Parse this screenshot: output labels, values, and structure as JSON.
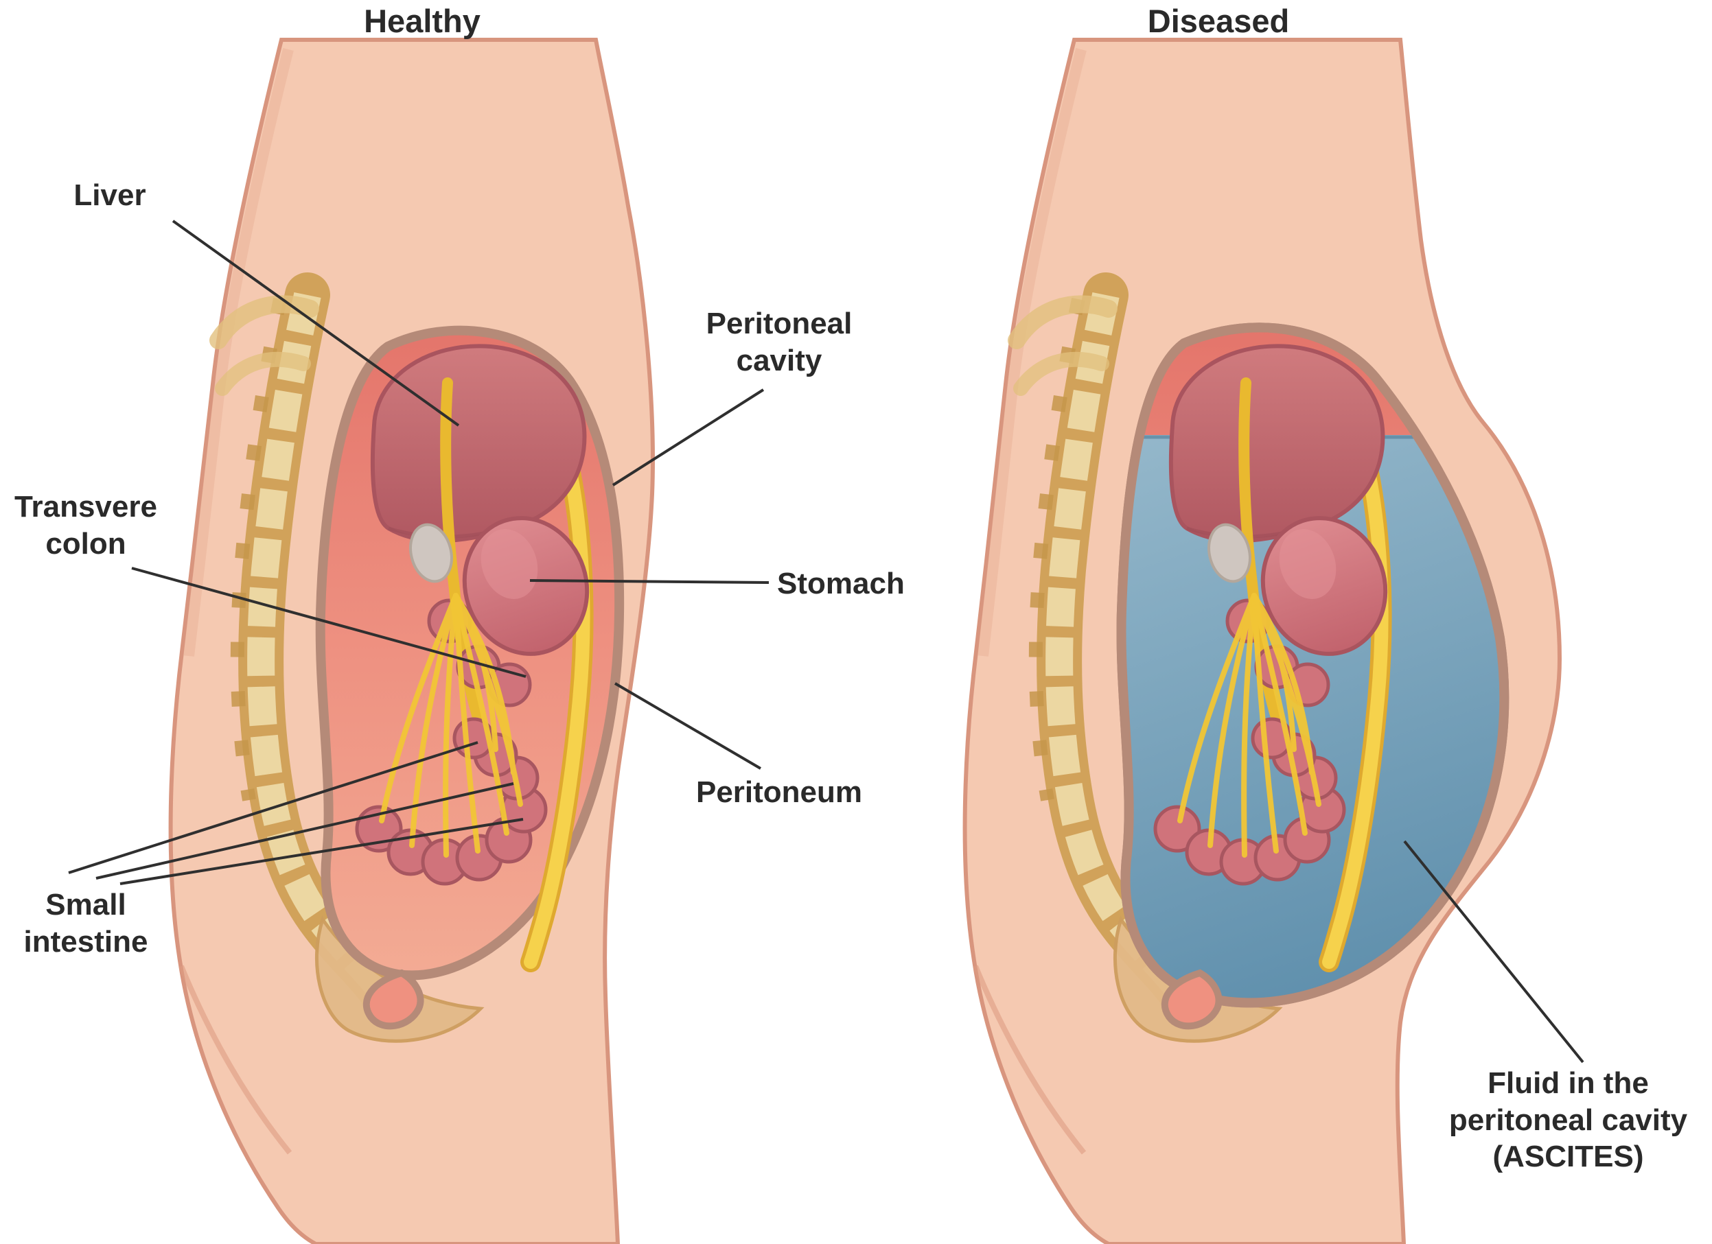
{
  "diagram": {
    "panels": [
      {
        "id": "healthy",
        "title": "Healthy"
      },
      {
        "id": "diseased",
        "title": "Diseased"
      }
    ],
    "labels": {
      "liver": "Liver",
      "peritoneal_cavity": "Peritoneal\ncavity",
      "stomach": "Stomach",
      "transverse_colon": "Transvere\ncolon",
      "peritoneum": "Peritoneum",
      "small_intestine": "Small\nintestine",
      "ascites": "Fluid in the\nperitoneal cavity\n(ASCITES)"
    },
    "colors": {
      "skin": "#f5c9b1",
      "skin_outline": "#d8957e",
      "cavity": "#ee9181",
      "cavity_outline": "#b58a78",
      "organ": "#d0737b",
      "mesentery": "#f2c636",
      "bone": "#e2c07e",
      "fluid": "#7aa3bd",
      "leader_line": "#2f2f2f",
      "text": "#2a2a2a"
    }
  }
}
